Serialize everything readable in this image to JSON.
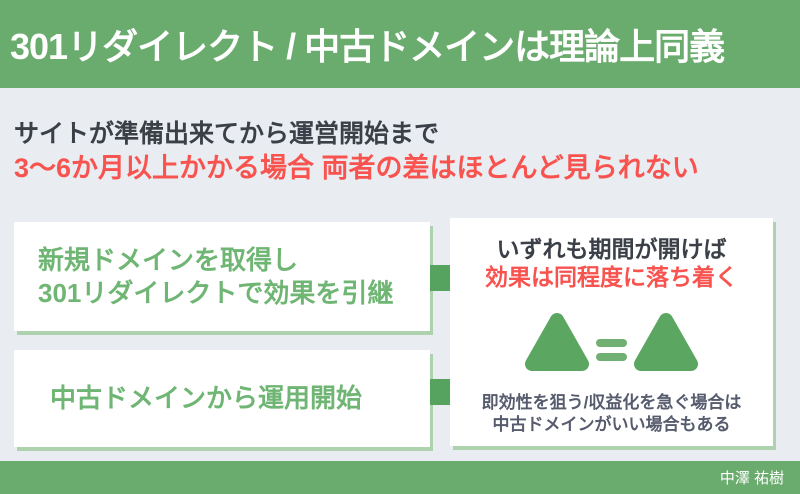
{
  "header": {
    "title": "301リダイレクト / 中古ドメインは理論上同義"
  },
  "intro": {
    "line1": "サイトが準備出来てから運営開始まで",
    "line2": "3〜6か月以上かかる場合 両者の差はほとんど見られない"
  },
  "left": {
    "box1": {
      "line1": "新規ドメインを取得し",
      "line2": "301リダイレクトで効果を引継"
    },
    "box2": {
      "line1": "中古ドメインから運用開始"
    }
  },
  "right": {
    "heading_line1": "いずれも期間が開けば",
    "heading_line2": "効果は同程度に落ち着く",
    "note_line1": "即効性を狙う/収益化を急ぐ場合は",
    "note_line2": "中古ドメインがいい場合もある"
  },
  "footer": {
    "author": "中澤 祐樹"
  },
  "icons": {
    "arrow_right": "right-arrow-icon",
    "triangle": "triangle-icon",
    "equals": "equals-icon"
  },
  "colors": {
    "background": "#e9ecf1",
    "brand_green": "#6aab6e",
    "box_text_green": "#6fb573",
    "arrow_green": "#55a35e",
    "triangle_green": "#5ba661",
    "shadow_green": "#aed2ae",
    "accent_red": "#f8534f",
    "dark_text": "#3b3f47",
    "slate_text": "#565b6d"
  }
}
